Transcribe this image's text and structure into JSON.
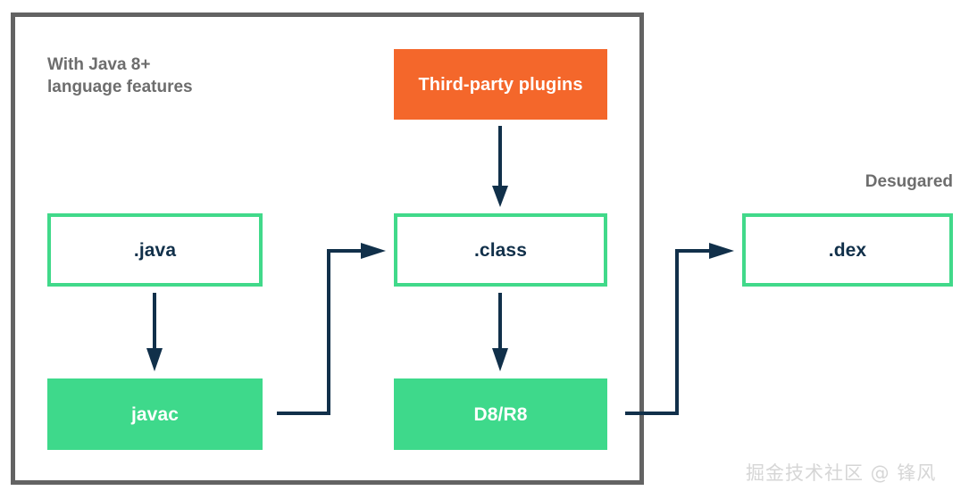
{
  "diagram": {
    "title_caption": "With Java 8+\nlanguage features",
    "right_caption": "Desugared",
    "watermark": "掘金技术社区 @ 锋风",
    "colors": {
      "frame_gray": "#636363",
      "green_outline": "#41d98a",
      "green_fill": "#3ed98b",
      "orange_fill": "#f4672b",
      "arrow_navy": "#11304a",
      "text_navy": "#11304a",
      "caption_gray": "#6d6d6d",
      "watermark_gray": "#d6d6d6",
      "white": "#ffffff"
    },
    "nodes": [
      {
        "id": "third-party-plugins",
        "label": "Third-party plugins",
        "style": "filled-orange"
      },
      {
        "id": "java-source",
        "label": ".java",
        "style": "outline"
      },
      {
        "id": "class-file",
        "label": ".class",
        "style": "outline"
      },
      {
        "id": "dex-file",
        "label": ".dex",
        "style": "outline"
      },
      {
        "id": "javac",
        "label": "javac",
        "style": "filled-green"
      },
      {
        "id": "d8-r8",
        "label": "D8/R8",
        "style": "filled-green"
      }
    ],
    "edges": [
      {
        "from": "third-party-plugins",
        "to": "class-file",
        "kind": "vertical-arrow"
      },
      {
        "from": "java-source",
        "to": "javac",
        "kind": "vertical-arrow"
      },
      {
        "from": "class-file",
        "to": "d8-r8",
        "kind": "vertical-arrow"
      },
      {
        "from": "javac",
        "to": "class-file",
        "kind": "elbow-arrow"
      },
      {
        "from": "d8-r8",
        "to": "dex-file",
        "kind": "elbow-arrow"
      }
    ]
  }
}
